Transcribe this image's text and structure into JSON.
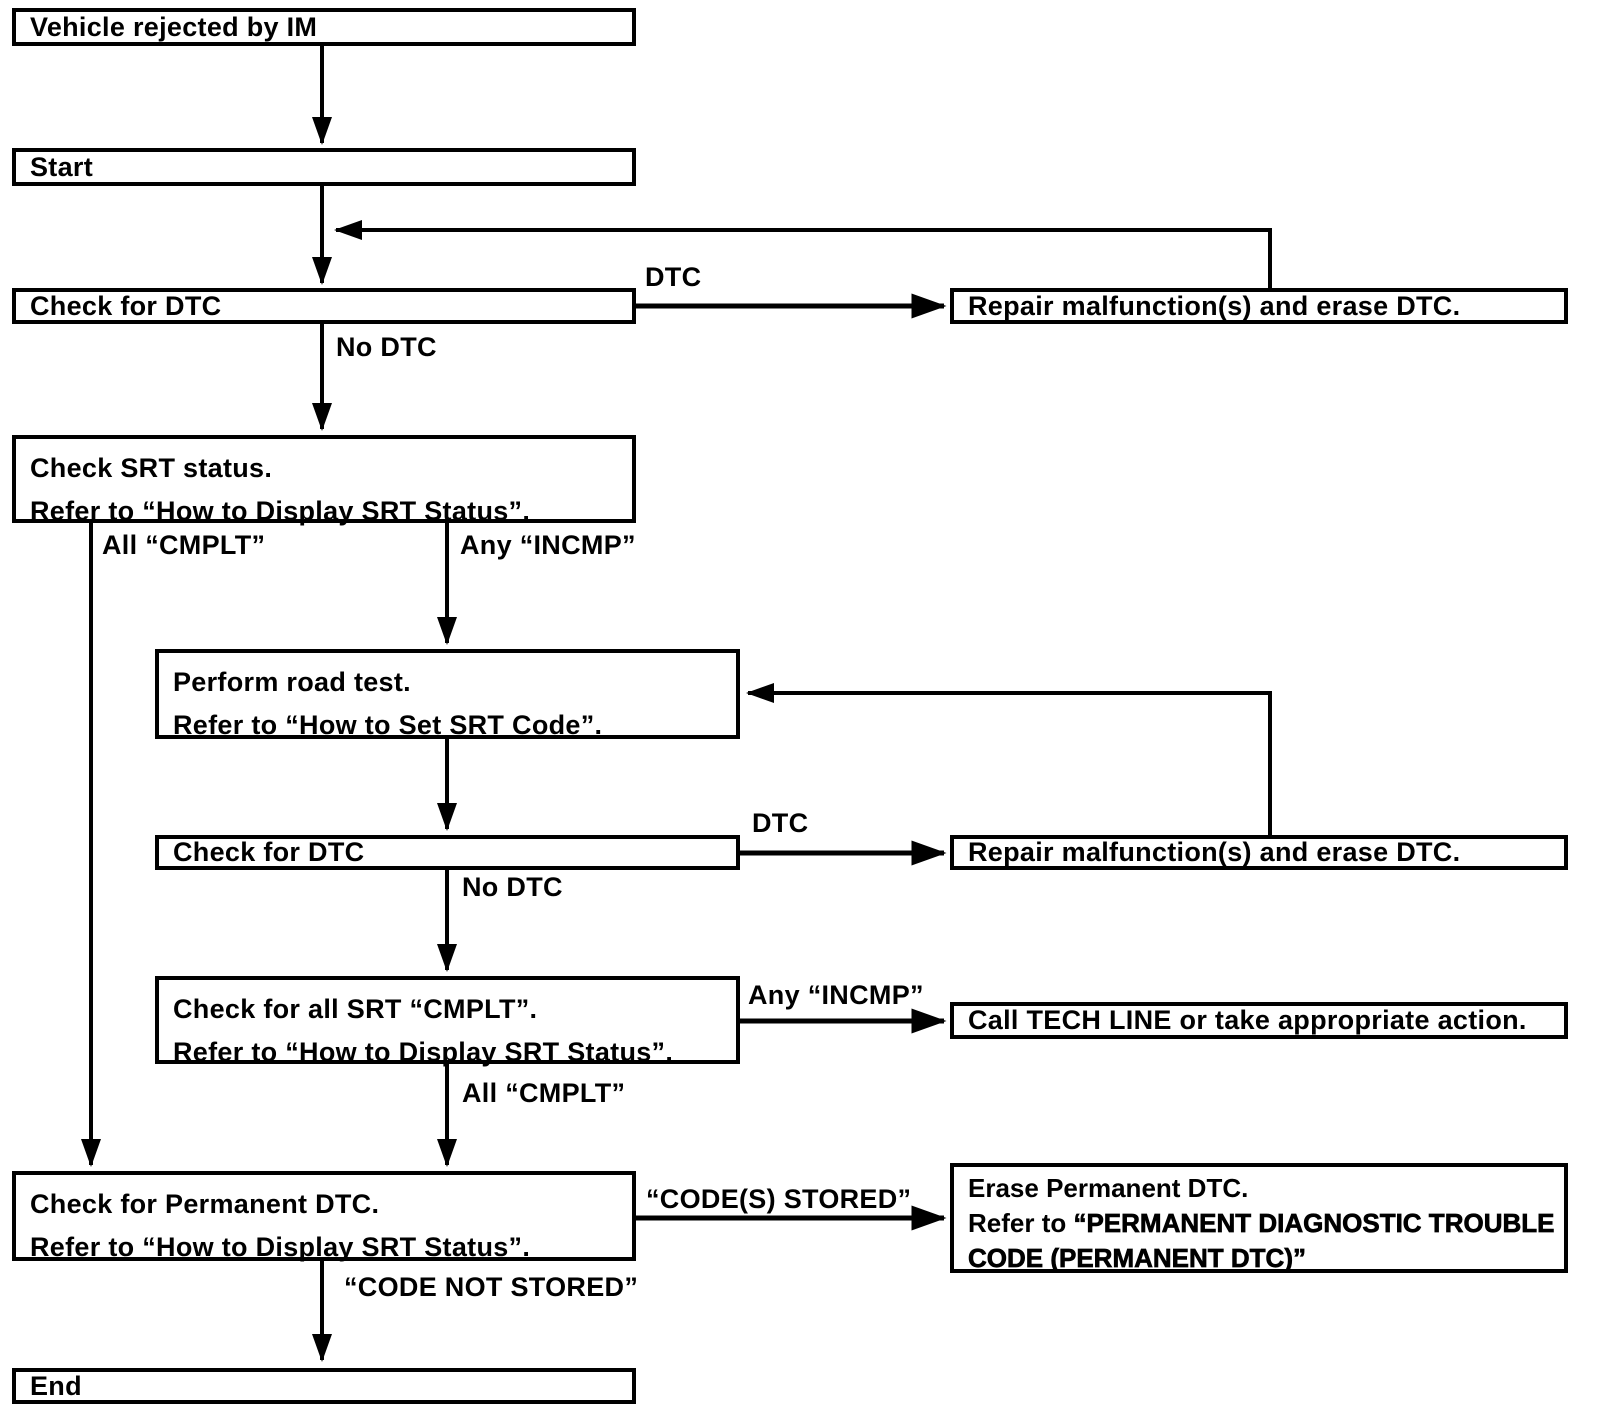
{
  "nodes": {
    "vehicle_rejected": {
      "text": "Vehicle rejected by IM"
    },
    "start": {
      "text": "Start"
    },
    "check_dtc_1": {
      "text": "Check for DTC"
    },
    "repair_1": {
      "text": "Repair malfunction(s) and erase DTC."
    },
    "srt_status": {
      "line1": "Check SRT status.",
      "line2": "Refer to “How to Display SRT Status”."
    },
    "road_test": {
      "line1": "Perform road test.",
      "line2": "Refer to “How to Set SRT Code”."
    },
    "check_dtc_2": {
      "text": "Check for DTC"
    },
    "repair_2": {
      "text": "Repair malfunction(s) and erase DTC."
    },
    "check_all_srt": {
      "line1": "Check for all SRT “CMPLT”.",
      "line2": "Refer to “How to Display SRT Status”."
    },
    "tech_line": {
      "text": "Call TECH LINE or take appropriate action."
    },
    "check_permanent": {
      "line1": "Check for Permanent DTC.",
      "line2": "Refer to “How to Display SRT Status”."
    },
    "erase_permanent": {
      "line1": "Erase Permanent DTC.",
      "line2_prefix": "Refer to ",
      "line2_bold": "“PERMANENT DIAGNOSTIC TROUBLE",
      "line3_bold": "CODE (PERMANENT DTC)”"
    },
    "end": {
      "text": "End"
    }
  },
  "edge_labels": {
    "dtc_1": "DTC",
    "no_dtc_1": "No DTC",
    "all_cmplt_1": "All “CMPLT”",
    "any_incmp_1": "Any “INCMP”",
    "dtc_2": "DTC",
    "no_dtc_2": "No DTC",
    "any_incmp_2": "Any “INCMP”",
    "all_cmplt_2": "All “CMPLT”",
    "codes_stored": "“CODE(S) STORED”",
    "code_not_stored": "“CODE NOT STORED”"
  },
  "colors": {
    "line": "#000000",
    "background": "#ffffff",
    "box_fill": "#ffffff"
  }
}
